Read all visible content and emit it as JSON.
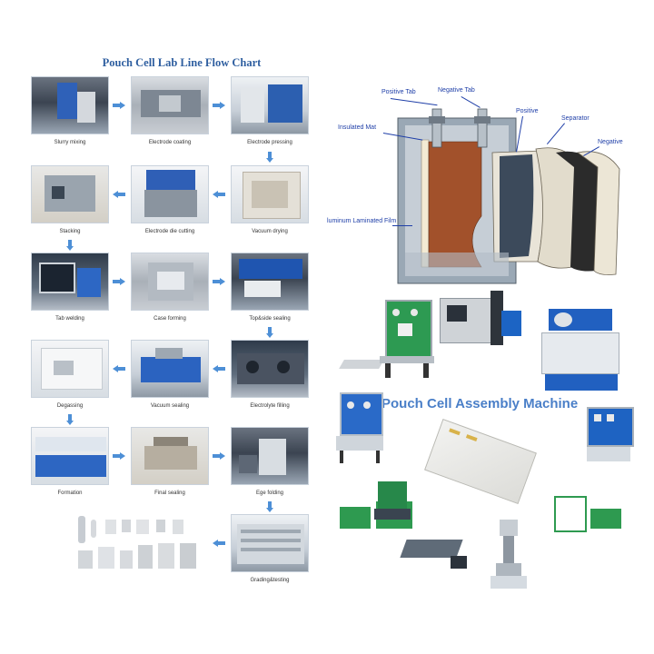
{
  "flow_chart": {
    "title": "Pouch Cell Lab Line Flow Chart",
    "steps": [
      "Slurry mixing",
      "Electrode coating",
      "Electrode pressing",
      "Stacking",
      "Electrode die cutting",
      "Vacuum drying",
      "Tab welding",
      "Case forming",
      "Top&side sealing",
      "Degassing",
      "Vacuum sealing",
      "Electrolyte filling",
      "Formation",
      "Final sealing",
      "Ege folding",
      "Grading&testing"
    ]
  },
  "diagram": {
    "labels": {
      "positive_tab": "Positive Tab",
      "negative_tab": "Negative Tab",
      "insulated_mat": "Insulated Mat",
      "positive": "Positive",
      "separator": "Separator",
      "negative": "Negative",
      "film": "luminum Laminated Film"
    }
  },
  "assembly": {
    "title": "Pouch Cell Assembly Machine"
  }
}
